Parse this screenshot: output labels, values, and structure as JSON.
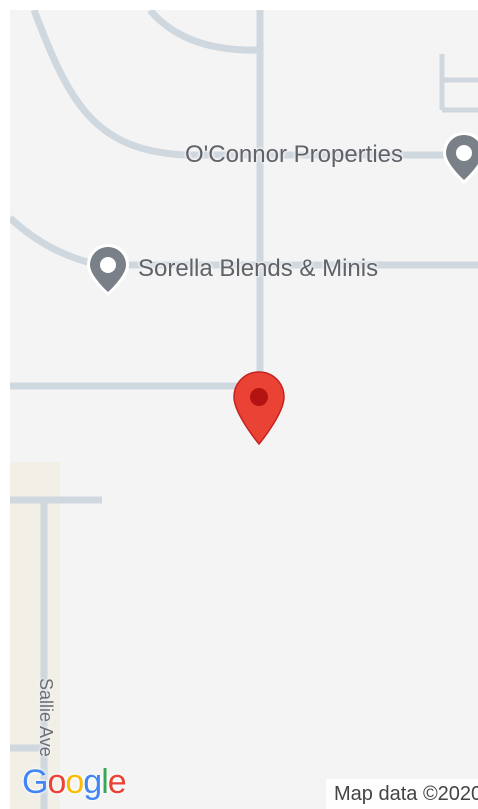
{
  "map": {
    "background_color": "#f4f4f4",
    "road_color": "#cfd7df",
    "park_color": "#f2efe6",
    "pois": [
      {
        "name": "O'Connor Properties",
        "icon": "place-pin-icon"
      },
      {
        "name": "Sorella Blends & Minis",
        "icon": "place-pin-icon"
      }
    ],
    "streets": [
      {
        "name": "Sallie Ave"
      }
    ],
    "marker": {
      "icon": "red-location-marker-icon",
      "color": "#ea4335",
      "dot_color": "#b31412"
    }
  },
  "branding": {
    "logo_letters": [
      "G",
      "o",
      "o",
      "g",
      "l",
      "e"
    ],
    "logo_colors": [
      "#4285f4",
      "#ea4335",
      "#fbbc05",
      "#4285f4",
      "#34a853",
      "#ea4335"
    ]
  },
  "attribution": {
    "text": "Map data ©2020"
  }
}
